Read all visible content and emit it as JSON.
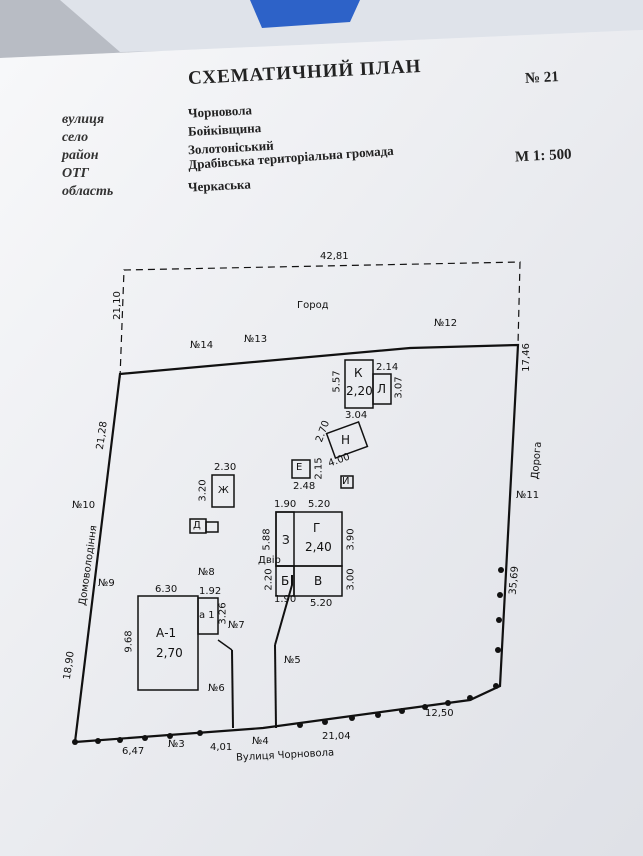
{
  "header": {
    "title": "СХЕМАТИЧНИЙ ПЛАН",
    "number": "№ 21",
    "scale": "М 1: 500",
    "fields": [
      {
        "label": "вулиця",
        "value": "Чорновола"
      },
      {
        "label": "село",
        "value": "Бойківщина"
      },
      {
        "label": "район",
        "value": "Золотоніський"
      },
      {
        "label": "ОТГ",
        "value": "Драбівська територіальна громада"
      },
      {
        "label": "область",
        "value": "Черкаська"
      }
    ]
  },
  "plan": {
    "dim_top": "42,81",
    "dim_top_left": "21,10",
    "dim_right_top": "17,46",
    "dim_left": "21,28",
    "dim_left_lower": "18,90",
    "dim_right": "35,69",
    "dim_bottom_right": "12,50",
    "dim_bottom_mid": "21,04",
    "dim_bottom_left": "6,47",
    "dim_bottom_gate": "4,01",
    "garden": "Город",
    "yard": "Двір",
    "road": "Дорога",
    "left_road": "Домоволодіння",
    "street": "Вулиця Чорновола",
    "points": [
      "№14",
      "№13",
      "№12",
      "№11",
      "№10",
      "№9",
      "№8",
      "№7",
      "№6",
      "№5",
      "№4",
      "№3"
    ],
    "buildings": {
      "A": {
        "name": "А-1",
        "height": "2,70",
        "w": "6.30",
        "h": "9.68"
      },
      "a": {
        "name": "а 1",
        "w": "1.92",
        "h": "3.26"
      },
      "G": {
        "name": "Г",
        "height": "2,40",
        "w": "5.20",
        "h": "3.90"
      },
      "Z": {
        "name": "З",
        "w": "1.90",
        "h": "5.88"
      },
      "B": {
        "name": "Б",
        "w": "1.90",
        "h": "2.20"
      },
      "V": {
        "name": "В",
        "w": "5.20",
        "h": "3.00"
      },
      "K": {
        "name": "К",
        "height": "2,20",
        "w": "3.04",
        "h": "5.57"
      },
      "L": {
        "name": "Л",
        "w": "2.14",
        "h": "3.07"
      },
      "N": {
        "name": "Н",
        "w": "4.00",
        "h": "2.70"
      },
      "E": {
        "name": "Е",
        "w": "2.48",
        "h": "2.15"
      },
      "I": {
        "name": "И"
      },
      "ZH": {
        "name": "Ж",
        "w": "2.30",
        "h": "3.20"
      },
      "D": {
        "name": "Д"
      }
    }
  }
}
